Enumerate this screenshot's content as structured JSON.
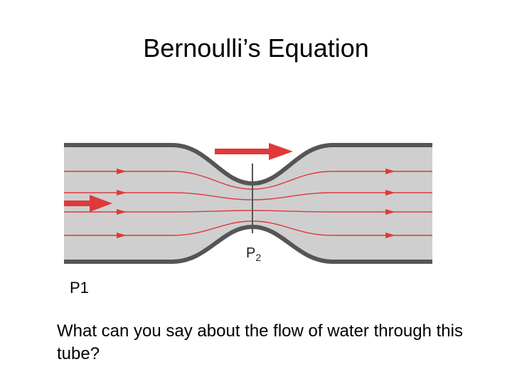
{
  "slide": {
    "title": "Bernoulli’s Equation",
    "p1_label": "P1",
    "question": "What can you say about the flow of water through this tube?"
  },
  "diagram": {
    "p2_label_main": "P",
    "p2_label_sub": "2",
    "flow_direction": "left-to-right",
    "colors": {
      "tube_fill": "#cfcfcf",
      "tube_wall": "#555555",
      "streamline": "#e0393a",
      "arrow": "#e0393a",
      "marker_line": "#555555"
    }
  }
}
